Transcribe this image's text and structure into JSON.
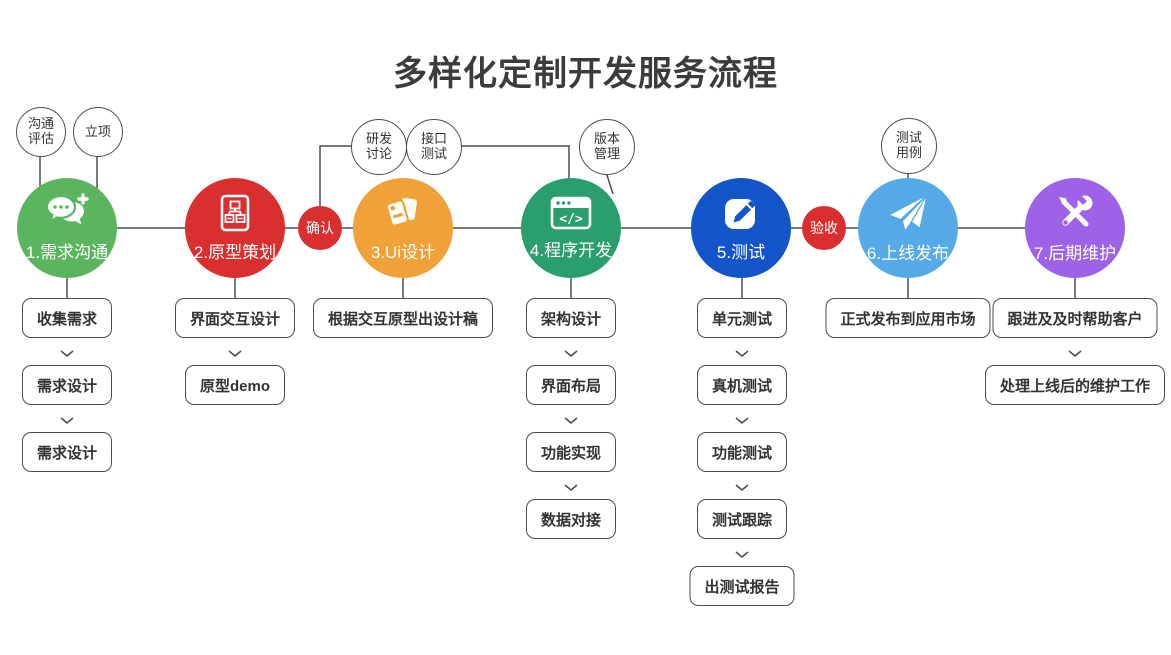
{
  "title": "多样化定制开发服务流程",
  "stages": [
    {
      "label": "1.需求沟通",
      "color": "#5ab55e",
      "icon": "chat-plus-icon",
      "steps": [
        "收集需求",
        "需求设计",
        "需求设计"
      ]
    },
    {
      "label": "2.原型策划",
      "color": "#d9302f",
      "icon": "prototype-icon",
      "steps": [
        "界面交互设计",
        "原型demo"
      ]
    },
    {
      "label": "3.Ui设计",
      "color": "#f0a239",
      "icon": "tags-icon",
      "steps": [
        "根据交互原型出设计稿"
      ]
    },
    {
      "label": "4.程序开发",
      "color": "#2b9e6e",
      "icon": "code-window-icon",
      "steps": [
        "架构设计",
        "界面布局",
        "功能实现",
        "数据对接"
      ]
    },
    {
      "label": "5.测试",
      "color": "#1355c8",
      "icon": "edit-icon",
      "steps": [
        "单元测试",
        "真机测试",
        "功能测试",
        "测试跟踪",
        "出测试报告"
      ]
    },
    {
      "label": "6.上线发布",
      "color": "#54a9e6",
      "icon": "paper-plane-icon",
      "steps": [
        "正式发布到应用市场"
      ]
    },
    {
      "label": "7.后期维护",
      "color": "#9e62e8",
      "icon": "tools-icon",
      "steps": [
        "跟进及及时帮助客户",
        "处理上线后的维护工作"
      ]
    }
  ],
  "milestones": [
    {
      "label": "确认"
    },
    {
      "label": "验收"
    }
  ],
  "annotations": [
    {
      "label": "沟通评估"
    },
    {
      "label": "立项"
    },
    {
      "label": "研发讨论"
    },
    {
      "label": "接口测试"
    },
    {
      "label": "版本管理"
    },
    {
      "label": "测试用例"
    }
  ],
  "colors": {
    "line": "#4d4d4d",
    "box_border": "#4d4d4d",
    "text": "#333333",
    "badge_red": "#d9302f",
    "title": "#3b3b3b",
    "background": "#ffffff"
  }
}
